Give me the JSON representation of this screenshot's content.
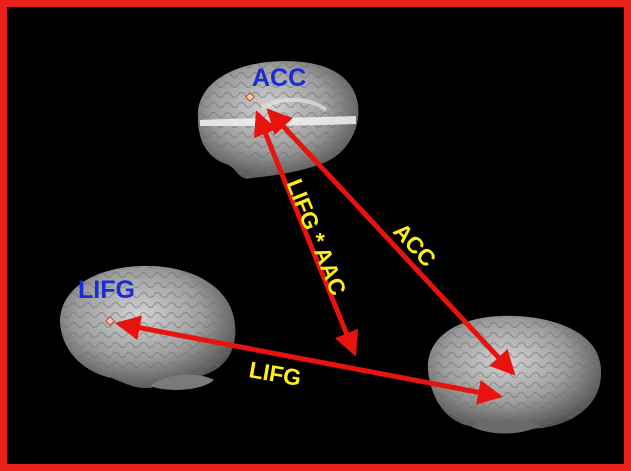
{
  "regions": {
    "acc": {
      "label": "ACC",
      "color": "#1a2bd8"
    },
    "lifg": {
      "label": "LIFG",
      "color": "#1a2bd8"
    }
  },
  "connections": {
    "lifg_aac": {
      "label": "LIFG * AAC",
      "color": "#ffee1a"
    },
    "acc": {
      "label": "ACC",
      "color": "#ffee1a"
    },
    "lifg": {
      "label": "LIFG",
      "color": "#ffee1a"
    }
  },
  "colors": {
    "border": "#e8211c",
    "background": "#000000",
    "arrow": "#e8120f",
    "seed_marker": "#f2c8a6"
  }
}
